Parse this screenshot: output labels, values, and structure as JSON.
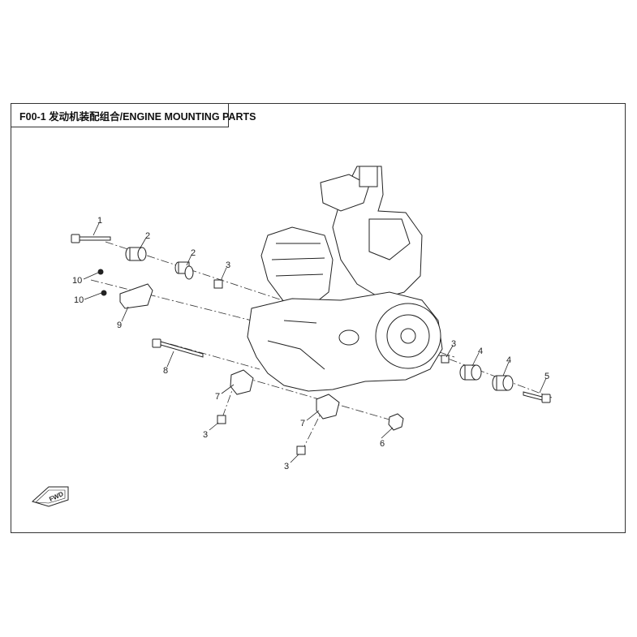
{
  "header": {
    "title": "F00-1 发动机装配组合/ENGINE MOUNTING PARTS"
  },
  "direction_marker": {
    "label": "FWD",
    "icon": "forward-arrow-icon"
  },
  "callouts": [
    {
      "id": "c1",
      "label": "1"
    },
    {
      "id": "c2a",
      "label": "2"
    },
    {
      "id": "c2b",
      "label": "2"
    },
    {
      "id": "c3a",
      "label": "3"
    },
    {
      "id": "c10a",
      "label": "10"
    },
    {
      "id": "c10b",
      "label": "10"
    },
    {
      "id": "c9",
      "label": "9"
    },
    {
      "id": "c8",
      "label": "8"
    },
    {
      "id": "c7a",
      "label": "7"
    },
    {
      "id": "c3b",
      "label": "3"
    },
    {
      "id": "c7b",
      "label": "7"
    },
    {
      "id": "c3c",
      "label": "3"
    },
    {
      "id": "c6",
      "label": "6"
    },
    {
      "id": "c3d",
      "label": "3"
    },
    {
      "id": "c4a",
      "label": "4"
    },
    {
      "id": "c4b",
      "label": "4"
    },
    {
      "id": "c5",
      "label": "5"
    }
  ],
  "colors": {
    "line": "#222222",
    "paper": "#ffffff"
  }
}
